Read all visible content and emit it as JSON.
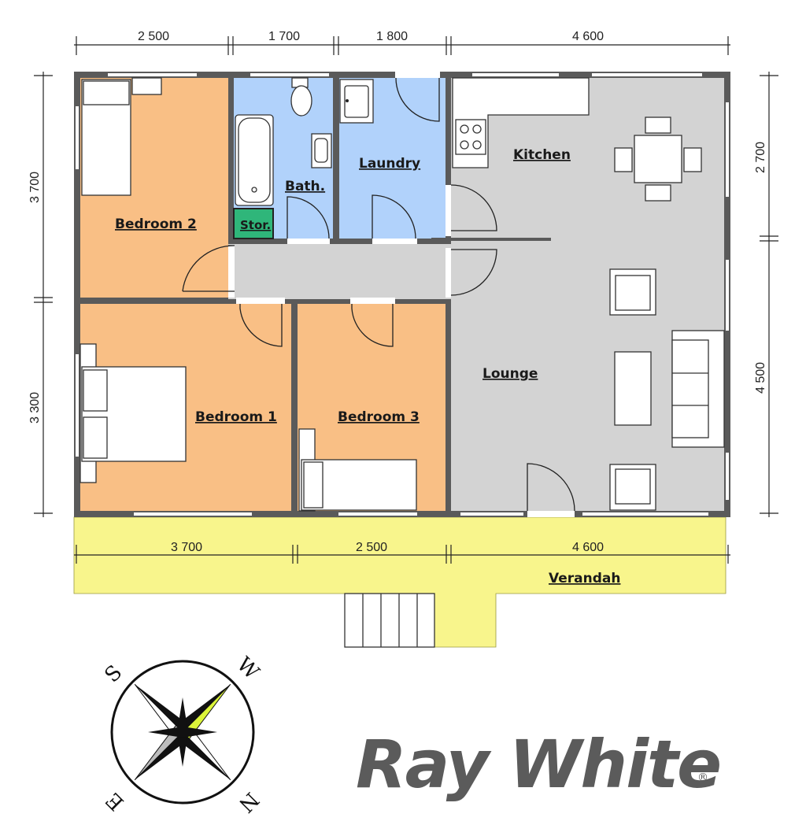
{
  "colors": {
    "bedroom": "#f9bf85",
    "wet": "#b1d2fb",
    "living": "#d3d3d3",
    "store": "#2fb67a",
    "verandah": "#f8f58c",
    "wall": "#5a5a5a",
    "compass_accent": "#dcf53a"
  },
  "rooms": {
    "bedroom2": "Bedroom 2",
    "bedroom1": "Bedroom 1",
    "bedroom3": "Bedroom 3",
    "bath": "Bath.",
    "stor": "Stor.",
    "laundry": "Laundry",
    "kitchen": "Kitchen",
    "lounge": "Lounge",
    "verandah": "Verandah"
  },
  "dimensions": {
    "top": [
      "2 500",
      "1 700",
      "1 800",
      "4 600"
    ],
    "bottom": [
      "3 700",
      "2 500",
      "4 600"
    ],
    "left": [
      "3 700",
      "3 300"
    ],
    "right": [
      "2 700",
      "4 500"
    ]
  },
  "compass": {
    "letters": [
      "S",
      "W",
      "N",
      "E"
    ]
  },
  "brand": {
    "name": "Ray White",
    "mark": "®"
  }
}
